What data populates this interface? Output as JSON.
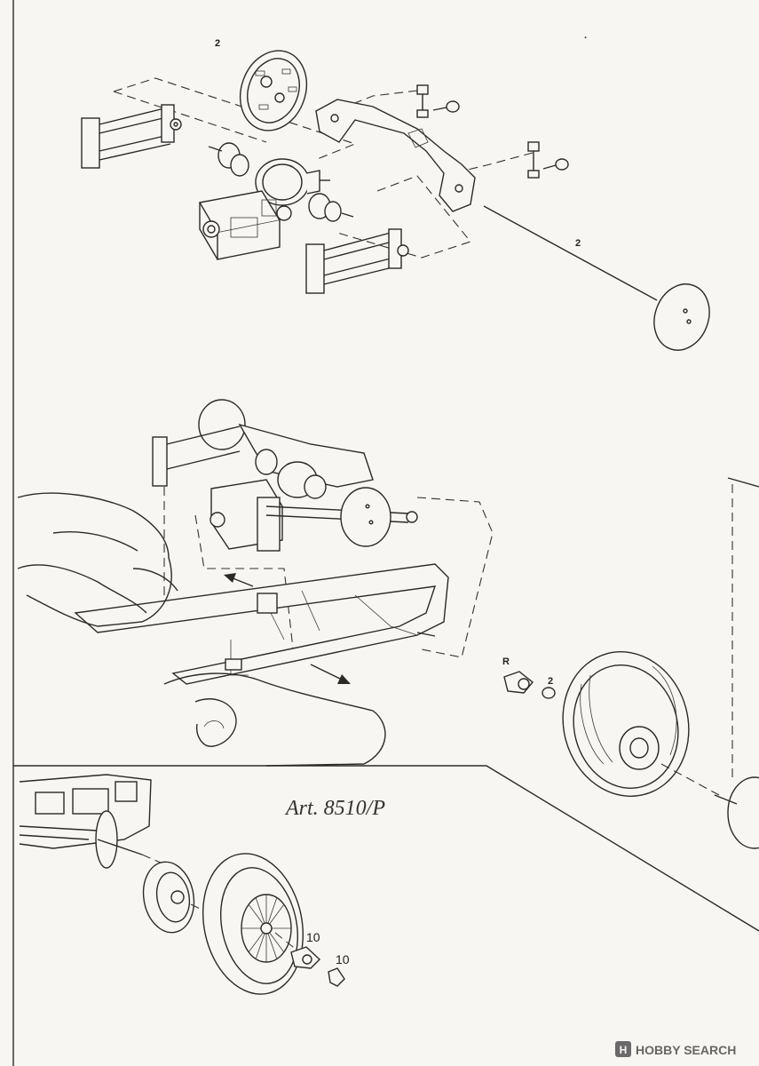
{
  "labels": {
    "part_2_top": "2",
    "part_2_rod": "2",
    "part_r": "R",
    "part_2_cap": "2",
    "part_10_nut": "10",
    "part_10_cap": "10",
    "article": "Art. 8510/P"
  },
  "watermark": {
    "text": "HOBBY SEARCH",
    "icon": "hobbysearch-logo-icon",
    "color": "#6a6a6a"
  },
  "colors": {
    "ink": "#2a2a2a",
    "paper": "#f7f6f2"
  }
}
